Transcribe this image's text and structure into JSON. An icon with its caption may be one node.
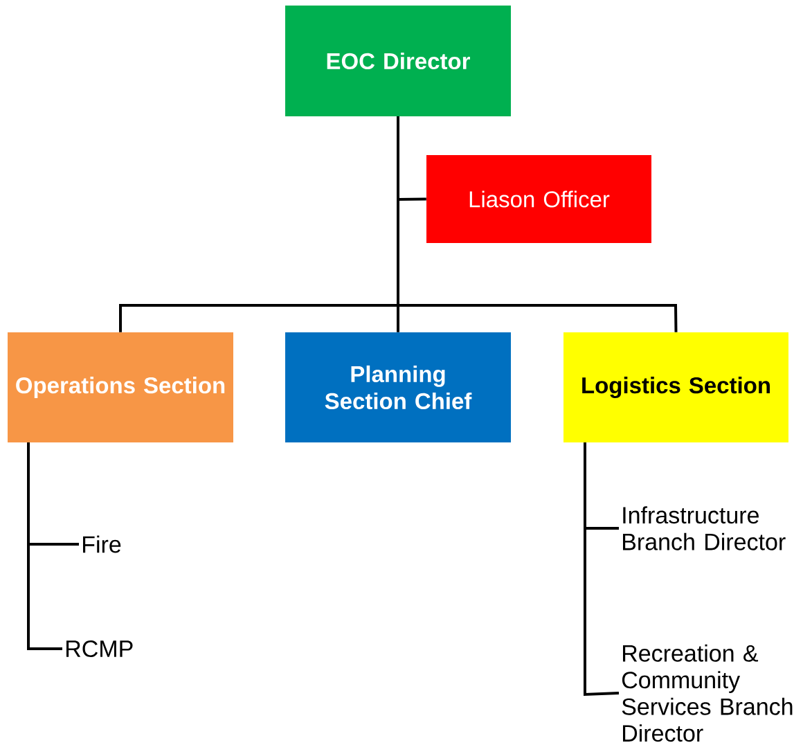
{
  "diagram": {
    "nodes": [
      {
        "text": [
          "EOC Director"
        ]
      },
      {
        "text": [
          "Liason Officer"
        ]
      },
      {
        "text": [
          "Operations Section"
        ]
      },
      {
        "text": [
          "Planning Section Chief"
        ]
      },
      {
        "text": [
          "Logistics Section"
        ]
      },
      {
        "text": [
          "Fire"
        ]
      },
      {
        "text": [
          "RCMP"
        ]
      },
      {
        "text": [
          "Infrastructure Branch Director"
        ]
      },
      {
        "text": [
          "Recreation & Community Services Branch Director"
        ]
      }
    ],
    "edges": [
      {
        "from": 0,
        "to": 1,
        "arrow": "none"
      },
      {
        "from": 0,
        "to": 2,
        "arrow": "none"
      },
      {
        "from": 0,
        "to": 3,
        "arrow": "none"
      },
      {
        "from": 0,
        "to": 4,
        "arrow": "none"
      },
      {
        "from": 2,
        "to": 5,
        "arrow": "none"
      },
      {
        "from": 2,
        "to": 6,
        "arrow": "none"
      },
      {
        "from": 4,
        "to": 7,
        "arrow": "none"
      },
      {
        "from": 4,
        "to": 8,
        "arrow": "none"
      }
    ]
  }
}
